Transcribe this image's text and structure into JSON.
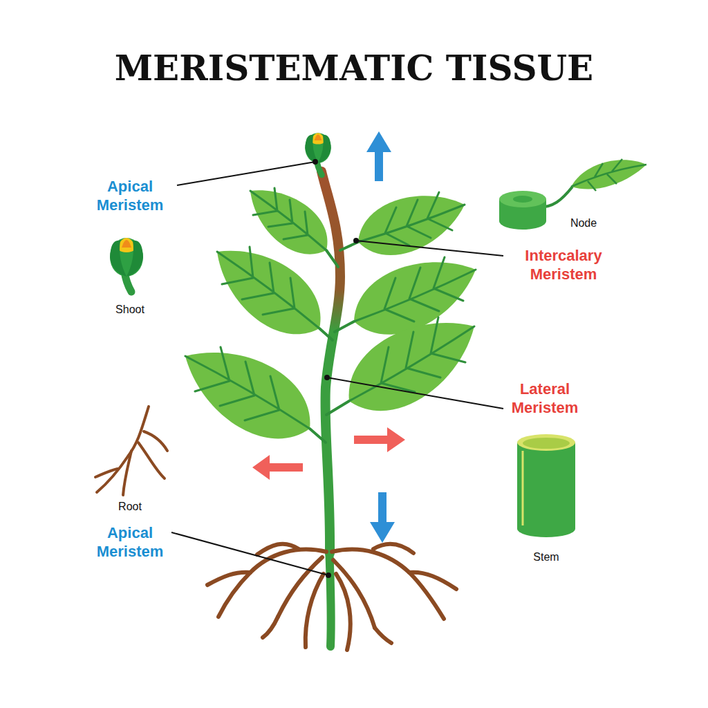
{
  "diagram": {
    "title": "MERISTEMATIC TISSUE",
    "labels": [
      "Apical Meristem",
      "Shoot",
      "Node",
      "Intercalary Meristem",
      "Lateral Meristem",
      "Root",
      "Apical Meristem",
      "Stem"
    ]
  }
}
